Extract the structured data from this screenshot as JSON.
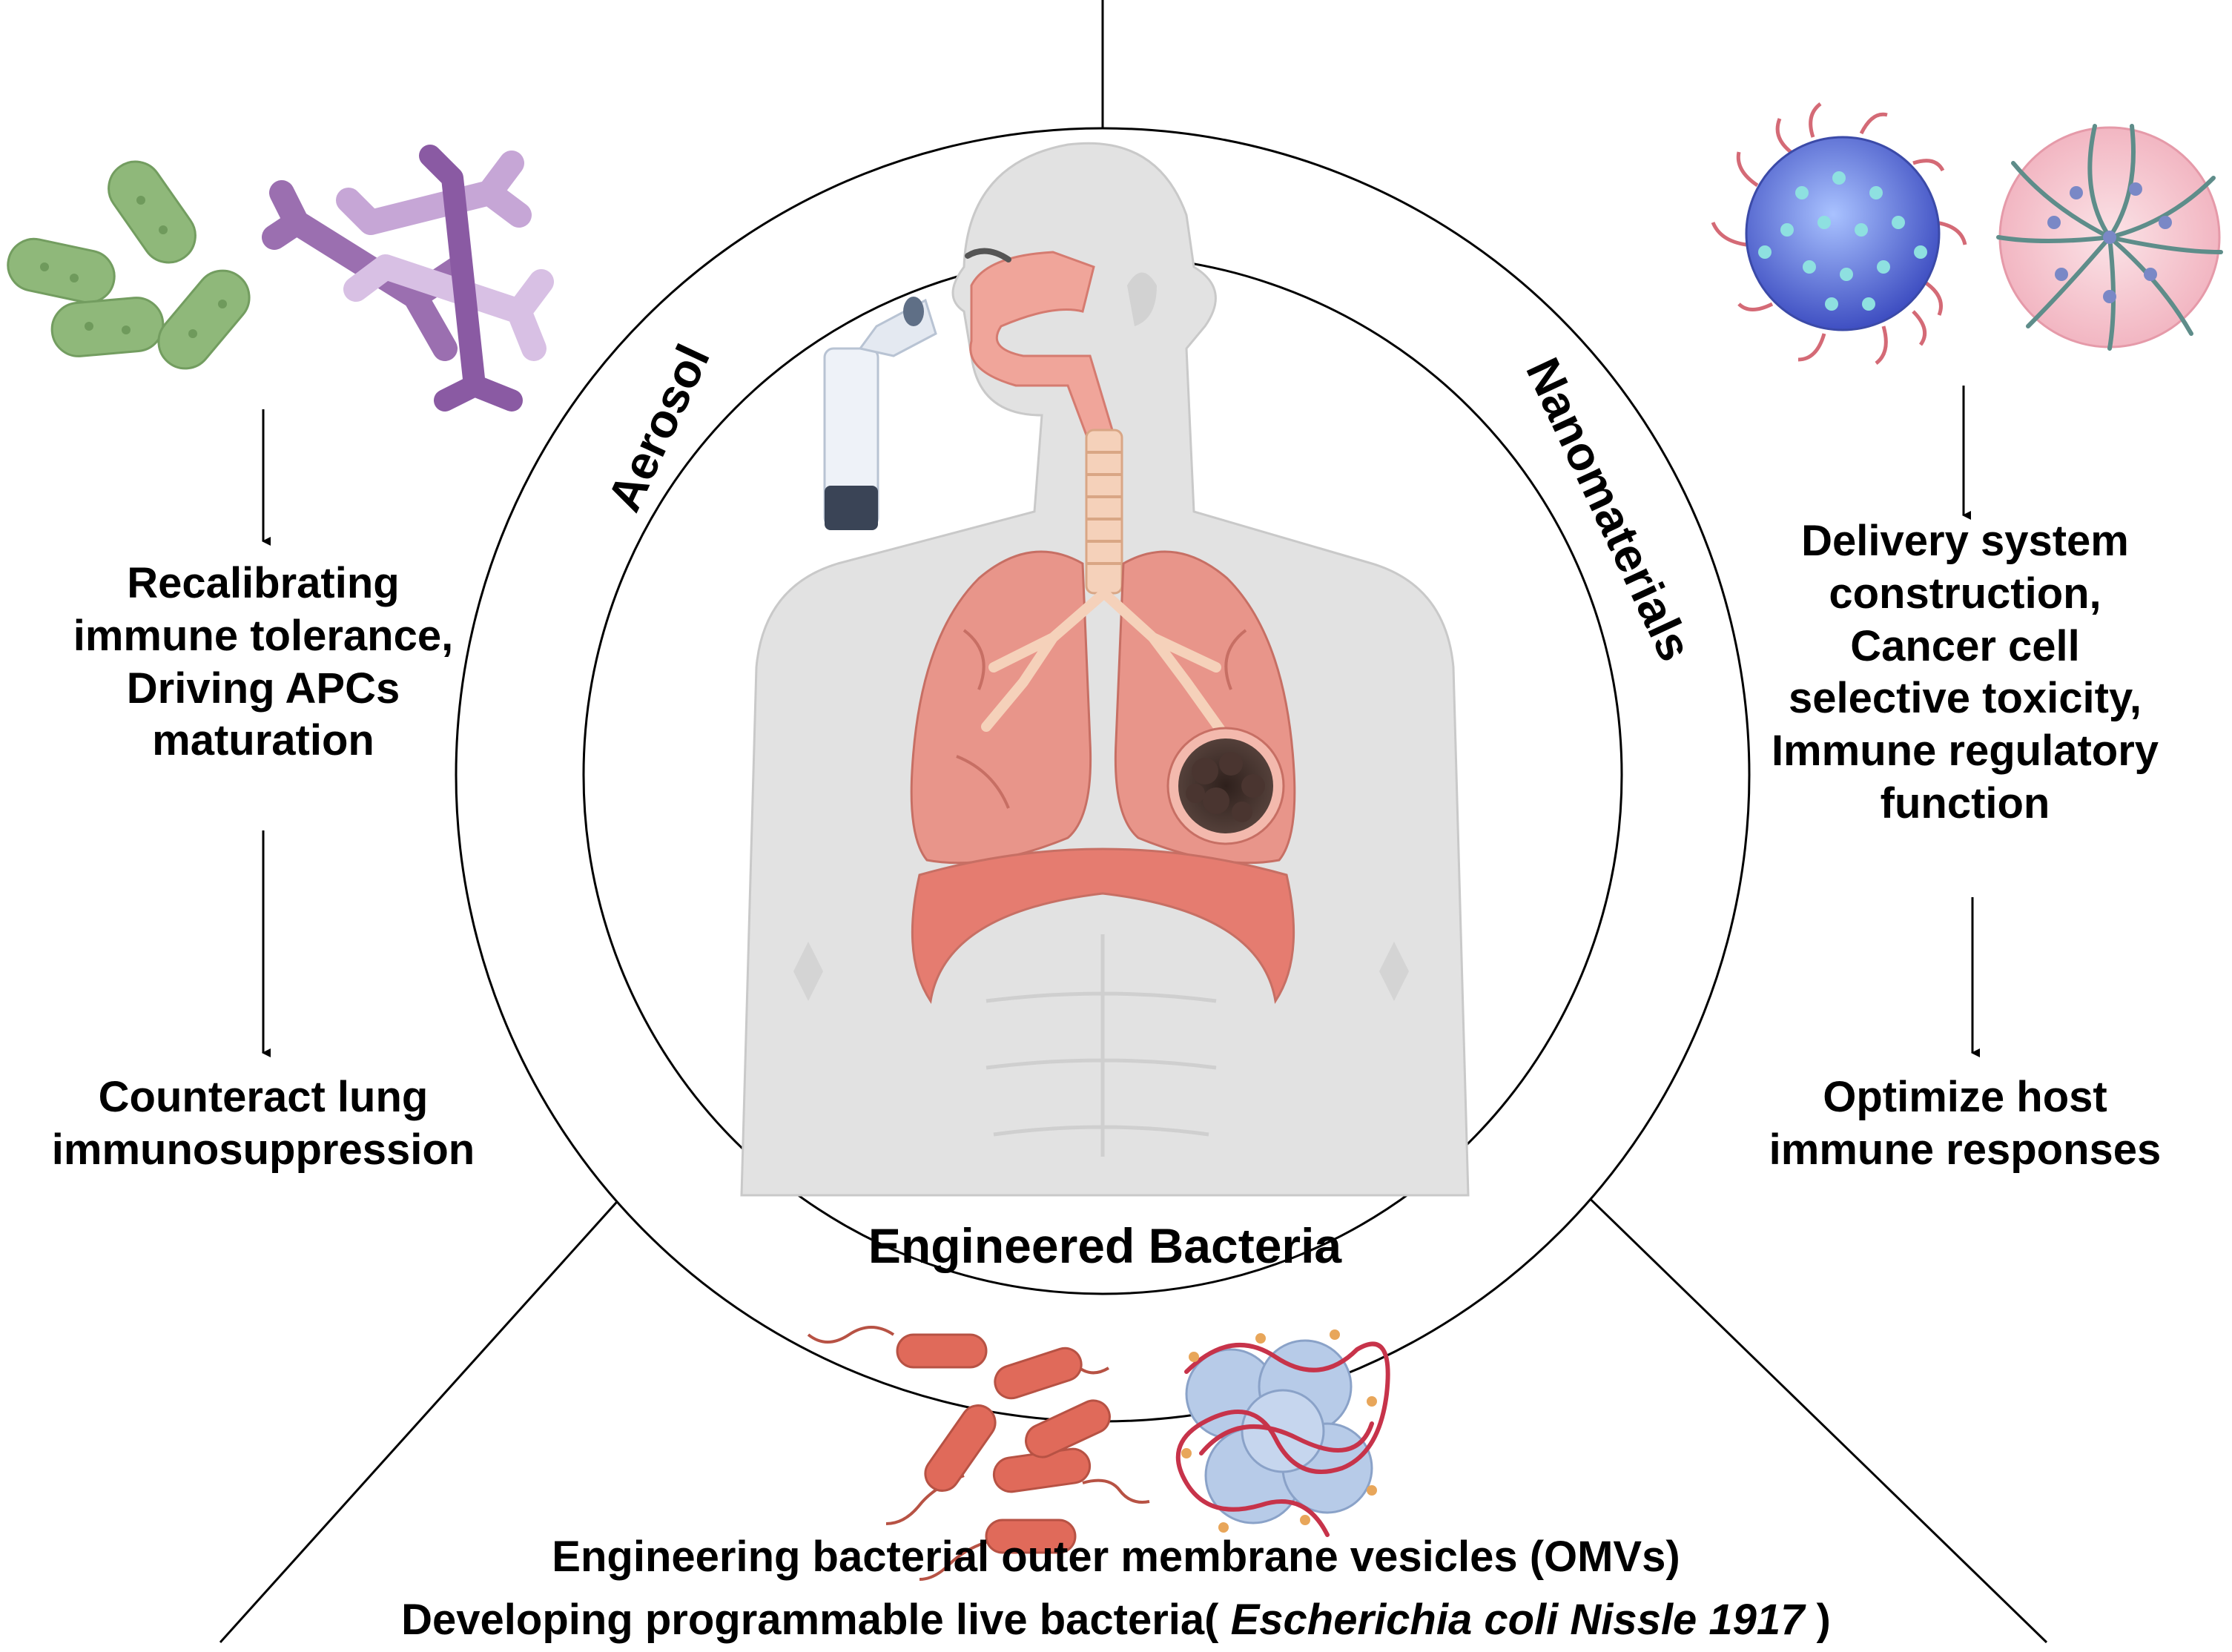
{
  "labels": {
    "aerosol": "Aerosol",
    "nanomaterials": "Nanomaterials",
    "engineered_bacteria": "Engineered Bacteria"
  },
  "left": {
    "step1": [
      "Recalibrating",
      "immune tolerance,",
      "Driving APCs",
      "maturation"
    ],
    "step2": [
      "Counteract lung",
      "immunosuppression"
    ]
  },
  "right": {
    "step1": [
      "Delivery system",
      "construction,",
      "Cancer cell",
      "selective toxicity,",
      "Immune regulatory",
      "function"
    ],
    "step2": [
      "Optimize host",
      "immune responses"
    ]
  },
  "bottom": {
    "line1": "Engineering bacterial outer membrane vesicles (OMVs)",
    "line2_prefix": "Developing programmable live bacteria(",
    "line2_species": "Escherichia coli Nissle 1917",
    "line2_suffix": ")"
  },
  "colors": {
    "probiotic_green": "#8fb87a",
    "bifido_purple": "#9b6fb0",
    "nanoparticle_blue": "#5b6fd6",
    "micelle_pink": "#f4c6cf",
    "bacteria_red": "#e06a5a",
    "lung_pink": "#e8958a",
    "tumor_dark": "#3b2a26",
    "body_gray": "#e2e2e2"
  },
  "icons": [
    "probiotic-bacteria-icon",
    "bifidobacteria-icon",
    "nanoparticle-icon",
    "micelle-icon",
    "inhaler-icon",
    "human-torso-icon",
    "lungs-icon",
    "tumor-icon",
    "engineered-bacteria-icon",
    "omv-icon"
  ]
}
